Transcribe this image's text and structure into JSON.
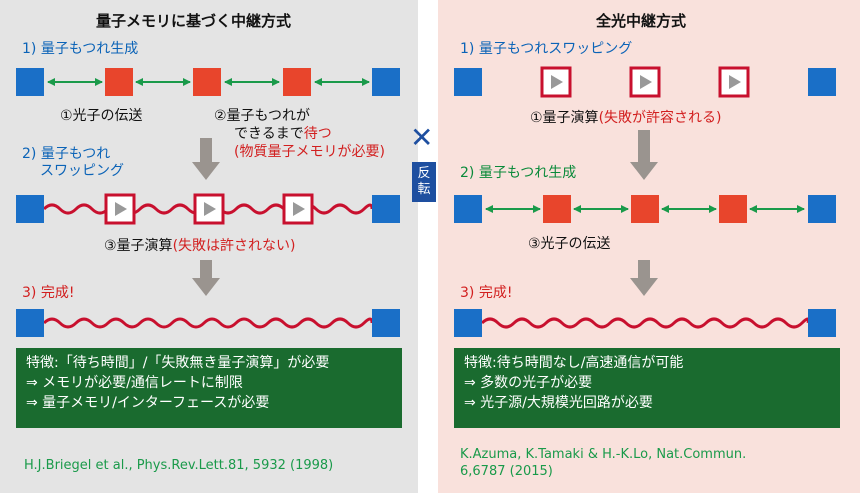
{
  "left": {
    "title": "量子メモリに基づく中継方式",
    "step1": "1) 量子もつれ生成",
    "photon_transfer": "①光子の伝送",
    "wait_line1": "②量子もつれが",
    "wait_line2_pre": "できるまで",
    "wait_line2_red": "待つ",
    "wait_line3": "(物質量子メモリが必要)",
    "step2_line1": "2) 量子もつれ",
    "step2_line2": "スワッピング",
    "op_pre": "③量子演算",
    "op_red": "(失敗は許されない)",
    "step3": "3) 完成!",
    "features": [
      "特徴:「待ち時間」/「失敗無き量子演算」が必要",
      "⇒ メモリが必要/通信レートに制限",
      "⇒ 量子メモリ/インターフェースが必要"
    ],
    "reference": "H.J.Briegel et al., Phys.Rev.Lett.81, 5932 (1998)"
  },
  "center": {
    "badge_chars": [
      "反",
      "転"
    ],
    "symbol": "✕"
  },
  "right": {
    "title": "全光中継方式",
    "step1": "1) 量子もつれスワッピング",
    "op_pre": "①量子演算",
    "op_red": "(失敗が許容される)",
    "step2": "2) 量子もつれ生成",
    "photon_transfer": "③光子の伝送",
    "step3": "3) 完成!",
    "features": [
      "特徴:待ち時間なし/高速通信が可能",
      "⇒ 多数の光子が必要",
      "⇒ 光子源/大規模光回路が必要"
    ],
    "reference_line1": "K.Azuma, K.Tamaki & H.-K.Lo, Nat.Commun.",
    "reference_line2": "6,6787 (2015)"
  },
  "colors": {
    "node_blue": "#1a6fc7",
    "memory_red": "#e8452c",
    "wavy_red": "#c8102e",
    "arrow_green": "#1a9a4a",
    "feature_box": "#1a6b2f",
    "left_bg": "#e4e4e4",
    "right_bg": "#f9e1dc"
  }
}
